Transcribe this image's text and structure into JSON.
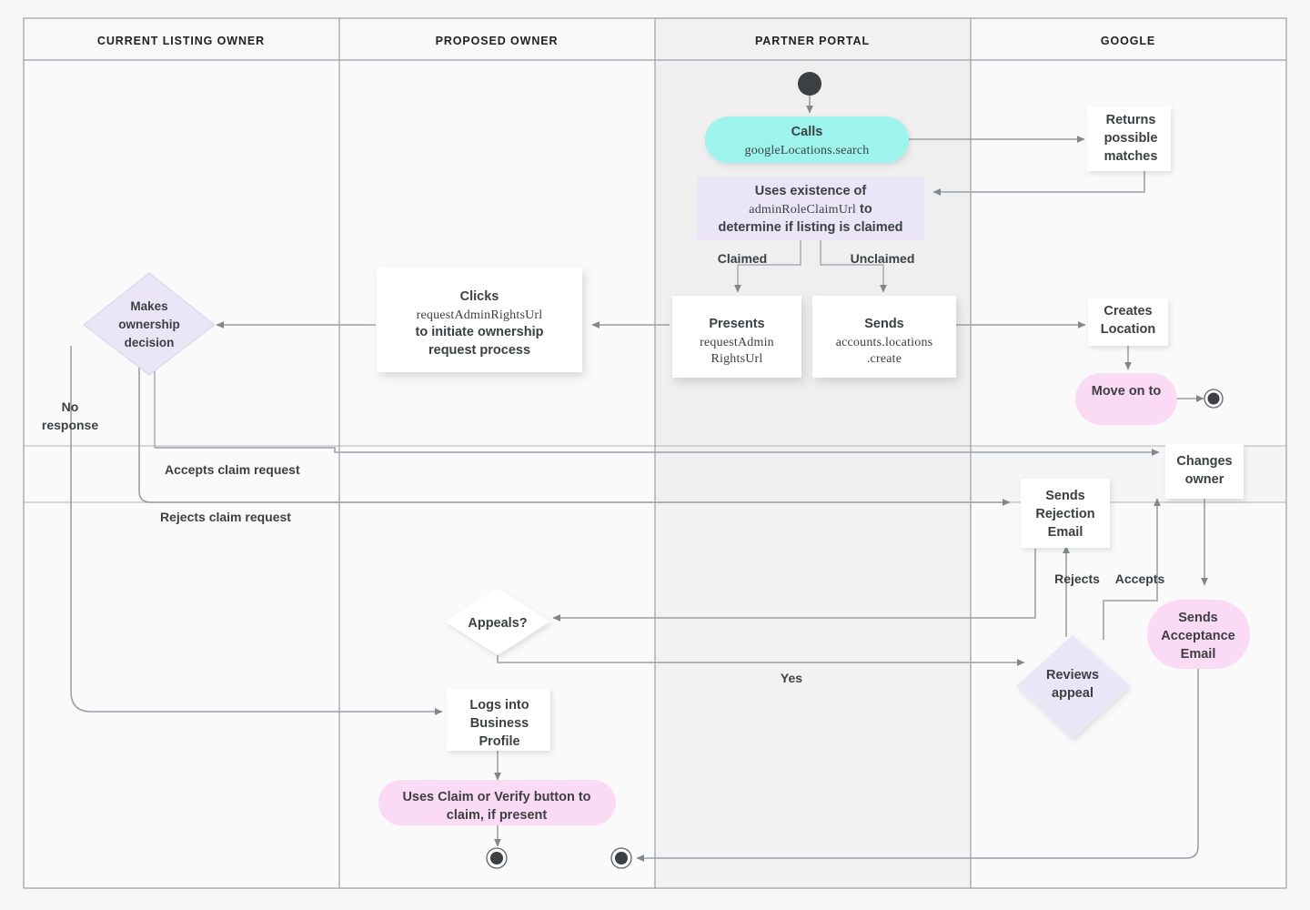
{
  "diagram": {
    "title": "Google Business Profile listing ownership transfer flow",
    "type": "swimlane-flowchart",
    "colors": {
      "background": "#f7f7f7",
      "lane_fill_a": "#f2f2f2",
      "lane_fill_b": "#fafafa",
      "lane_border": "#9aa0a6",
      "node_white": "#ffffff",
      "node_cyan": "#9df4ec",
      "node_lavender": "#eae6f8",
      "node_pink": "#fbdaf5",
      "line": "#9aa0a6",
      "text": "#3c4043"
    }
  },
  "lanes": [
    {
      "id": "current-listing-owner",
      "label": "CURRENT LISTING OWNER"
    },
    {
      "id": "proposed-owner",
      "label": "PROPOSED OWNER"
    },
    {
      "id": "partner-portal",
      "label": "PARTNER PORTAL"
    },
    {
      "id": "google",
      "label": "GOOGLE"
    }
  ],
  "nodes": [
    {
      "id": "start",
      "kind": "start-circle",
      "lane": "partner-portal",
      "label": ""
    },
    {
      "id": "calls-google-locations-search",
      "kind": "pill",
      "color": "cyan",
      "lane": "partner-portal",
      "line1": "Calls",
      "line2": "googleLocations.search"
    },
    {
      "id": "returns-possible-matches",
      "kind": "box",
      "color": "white",
      "lane": "google",
      "line1": "Returns",
      "line2": "possible",
      "line3": "matches"
    },
    {
      "id": "uses-existence-of-admin-role-claim-url",
      "kind": "rect",
      "color": "lavender",
      "lane": "partner-portal",
      "line1": "Uses existence of",
      "line2": "adminRoleClaimUrl",
      "line2_suffix": " to",
      "line3": "determine if listing is claimed"
    },
    {
      "id": "presents-request-admin-rights-url",
      "kind": "box",
      "color": "white",
      "lane": "partner-portal",
      "line1": "Presents",
      "line2": "requestAdmin",
      "line3": "RightsUrl"
    },
    {
      "id": "sends-accounts-locations-create",
      "kind": "box",
      "color": "white",
      "lane": "partner-portal",
      "line1": "Sends",
      "line2": "accounts.locations",
      "line3": ".create"
    },
    {
      "id": "creates-location",
      "kind": "box",
      "color": "white",
      "lane": "google",
      "line1": "Creates",
      "line2": "Location"
    },
    {
      "id": "move-on-to",
      "kind": "pill",
      "color": "pink",
      "lane": "google",
      "line1": "Move on to"
    },
    {
      "id": "end-google",
      "kind": "end-circle",
      "lane": "google",
      "label": ""
    },
    {
      "id": "clicks-request-admin-rights-url",
      "kind": "box",
      "color": "white",
      "lane": "proposed-owner",
      "line1": "Clicks",
      "line2": "requestAdminRightsUrl",
      "line3": "to initiate ownership",
      "line4": "request process"
    },
    {
      "id": "makes-ownership-decision",
      "kind": "diamond",
      "color": "lavender",
      "lane": "current-listing-owner",
      "line1": "Makes",
      "line2": "ownership",
      "line3": "decision"
    },
    {
      "id": "changes-owner",
      "kind": "box",
      "color": "white",
      "lane": "google",
      "line1": "Changes",
      "line2": "owner"
    },
    {
      "id": "sends-rejection-email",
      "kind": "box",
      "color": "white",
      "lane": "google",
      "line1": "Sends",
      "line2": "Rejection",
      "line3": "Email"
    },
    {
      "id": "sends-acceptance-email",
      "kind": "pill",
      "color": "pink",
      "lane": "google",
      "line1": "Sends",
      "line2": "Acceptance",
      "line3": "Email"
    },
    {
      "id": "appeals",
      "kind": "diamond",
      "color": "white",
      "lane": "proposed-owner",
      "line1": "Appeals?"
    },
    {
      "id": "reviews-appeal",
      "kind": "diamond",
      "color": "lavender",
      "lane": "google",
      "line1": "Reviews",
      "line2": "appeal"
    },
    {
      "id": "logs-into-business-profile",
      "kind": "box",
      "color": "white",
      "lane": "proposed-owner",
      "line1": "Logs into",
      "line2": "Business",
      "line3": "Profile"
    },
    {
      "id": "uses-claim-or-verify-button",
      "kind": "pill",
      "color": "pink",
      "lane": "proposed-owner",
      "line1": "Uses Claim or Verify button to",
      "line2": "claim, if present"
    },
    {
      "id": "end-proposed-owner",
      "kind": "end-circle",
      "lane": "proposed-owner",
      "label": ""
    },
    {
      "id": "end-partner-portal",
      "kind": "end-circle",
      "lane": "partner-portal",
      "label": ""
    }
  ],
  "edge_labels": {
    "claimed": "Claimed",
    "unclaimed": "Unclaimed",
    "no_response": {
      "line1": "No",
      "line2": "response"
    },
    "accepts_claim_request": "Accepts claim request",
    "rejects_claim_request": "Rejects claim request",
    "rejects": "Rejects",
    "accepts": "Accepts",
    "yes": "Yes"
  }
}
